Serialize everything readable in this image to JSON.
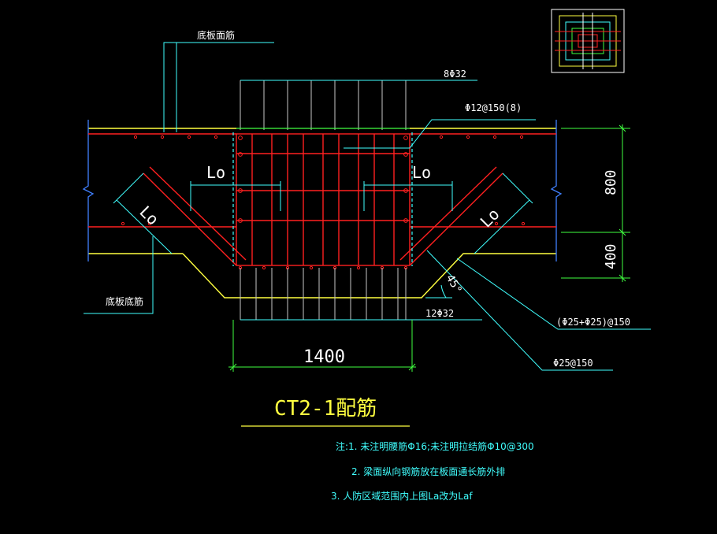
{
  "title": "CT2-1配筋",
  "labels": {
    "slab_top_bar": "底板面筋",
    "slab_bottom_bar": "底板底筋",
    "top_bars": "8Φ32",
    "stirrups": "Φ12@150(8)",
    "lap_left": "Lo",
    "lap_right": "Lo",
    "lap_slope_left": "Lo",
    "lap_slope_right": "Lo",
    "bottom_bars": "12Φ32",
    "angle": "45°",
    "slope_bar_1": "(Φ25+Φ25)@150",
    "slope_bar_2": "Φ25@150"
  },
  "dimensions": {
    "slab_thickness": "800",
    "pit_depth": "400",
    "pit_width": "1400"
  },
  "notes": [
    "注:1. 未注明腰筋Φ16;未注明拉结筋Φ10@300",
    "2. 梁面纵向钢筋放在板面通长筋外排",
    "3. 人防区域范围内上图La改为Laf"
  ],
  "colors": {
    "background": "#000000",
    "rebar": "#ff2020",
    "slab_outline": "#ffff40",
    "annotation": "#40ffff",
    "dimension": "#40ff40",
    "stirrup_gray": "#c8c8c8",
    "break_blue": "#4080ff",
    "text": "#ffffff"
  }
}
